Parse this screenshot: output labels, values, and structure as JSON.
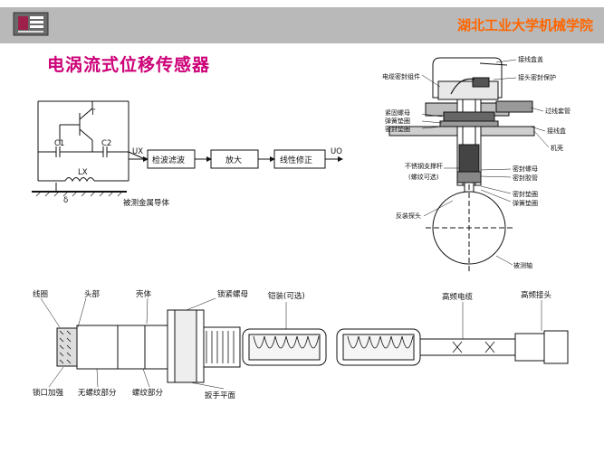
{
  "header": {
    "org_name": "湖北工业大学机械学院",
    "bar_color": "#b9b9b9",
    "org_color": "#ff6600"
  },
  "title": "电涡流式位移传感器",
  "title_color": "#cc0077",
  "circuit": {
    "transistor": "T",
    "c1": "C1",
    "c2": "C2",
    "lx": "LX",
    "ux": "UX",
    "delta": "δ",
    "conductor": "被测金属导体",
    "blocks": [
      "检波滤波",
      "放大",
      "线性修正"
    ],
    "uo": "UO"
  },
  "installation": {
    "left_labels": [
      "电缆密封组件",
      "紧固螺母",
      "弹簧垫圈",
      "密封垫圈",
      "不锈钢支撑杆",
      "(螺纹可选)",
      "反装探头"
    ],
    "right_labels": [
      "接线盒盖",
      "接头密封保护",
      "过线套管",
      "接线盒",
      "机壳",
      "密封螺母",
      "密封胶管",
      "密封垫圈",
      "弹簧垫圈",
      "被测轴"
    ]
  },
  "probe": {
    "labels": [
      "线圈",
      "头部",
      "壳体",
      "锁紧螺母",
      "铠装(可选)",
      "高频电缆",
      "高频接头",
      "锁口加强",
      "无螺纹部分",
      "螺纹部分",
      "扳手平面"
    ]
  }
}
